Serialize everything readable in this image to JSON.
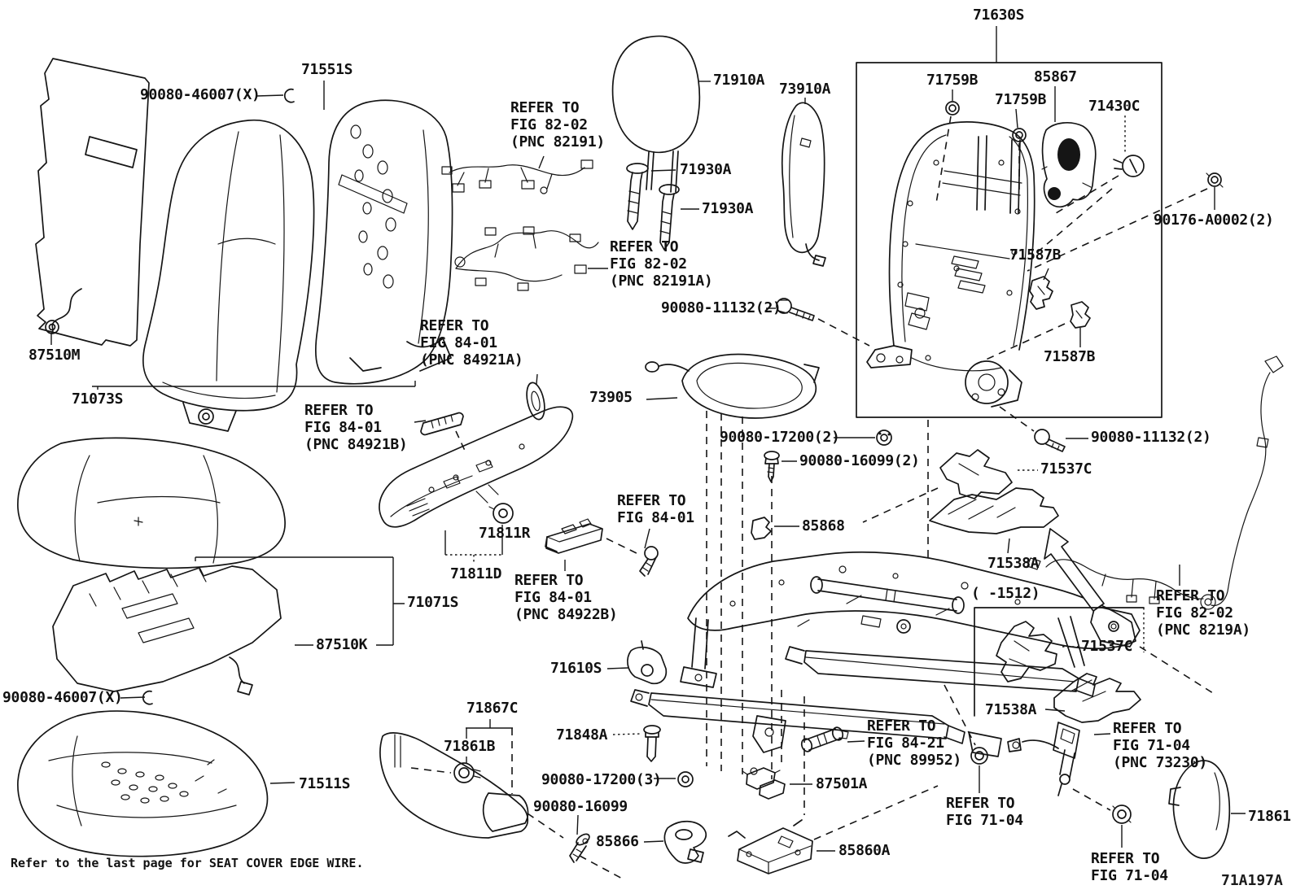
{
  "diagram": {
    "footnote": "Refer to the last page for SEAT COVER EDGE WIRE.",
    "drawing_code": "71A197A",
    "labels": {
      "l71630s": "71630S",
      "l71551s": "71551S",
      "l90080_46007_a": "90080-46007(X)",
      "l71910a": "71910A",
      "l73910a": "73910A",
      "l71759b_a": "71759B",
      "l85867": "85867",
      "l71759b_b": "71759B",
      "l71430c": "71430C",
      "n82191": "REFER TO\nFIG 82-02\n(PNC 82191)",
      "l71930a_a": "71930A",
      "l71930a_b": "71930A",
      "l90176": "90176-A0002(2)",
      "n82191a": "REFER TO\nFIG 82-02\n(PNC 82191A)",
      "l71587b_a": "71587B",
      "l90080_11132_a": "90080-11132(2)",
      "l71587b_b": "71587B",
      "l87510m": "87510M",
      "n84921a": "REFER TO\nFIG 84-01\n(PNC 84921A)",
      "l71073s": "71073S",
      "l73905": "73905",
      "n84921b": "REFER TO\nFIG 84-01\n(PNC 84921B)",
      "l90080_17200_a": "90080-17200(2)",
      "l90080_11132_b": "90080-11132(2)",
      "l90080_16099_a": "90080-16099(2)",
      "l71537c_a": "71537C",
      "n8401": "REFER TO\nFIG 84-01",
      "l85868": "85868",
      "l71811r": "71811R",
      "l71538a_a": "71538A",
      "l71811d": "71811D",
      "n8219a": "REFER TO\nFIG 82-02\n(PNC 8219A)",
      "l1512": "(    -1512)",
      "l71071s": "71071S",
      "n84922b": "REFER TO\nFIG 84-01\n(PNC 84922B)",
      "l87510k": "87510K",
      "l71537c_b": "71537C",
      "l71610s": "71610S",
      "l90080_46007_b": "90080-46007(X)",
      "l71538a_b": "71538A",
      "l71867c": "71867C",
      "n73230": "REFER TO\nFIG 71-04\n(PNC 73230)",
      "l71848a": "71848A",
      "n89952": "REFER TO\nFIG 84-21\n(PNC 89952)",
      "l71861b": "71861B",
      "l71511s": "71511S",
      "l90080_17200_b": "90080-17200(3)",
      "l87501a": "87501A",
      "l90080_16099_b": "90080-16099",
      "n7104_a": "REFER TO\nFIG 71-04",
      "l71861": "71861",
      "l85866": "85866",
      "l85860a": "85860A",
      "n7104_b": "REFER TO\nFIG 71-04"
    }
  }
}
